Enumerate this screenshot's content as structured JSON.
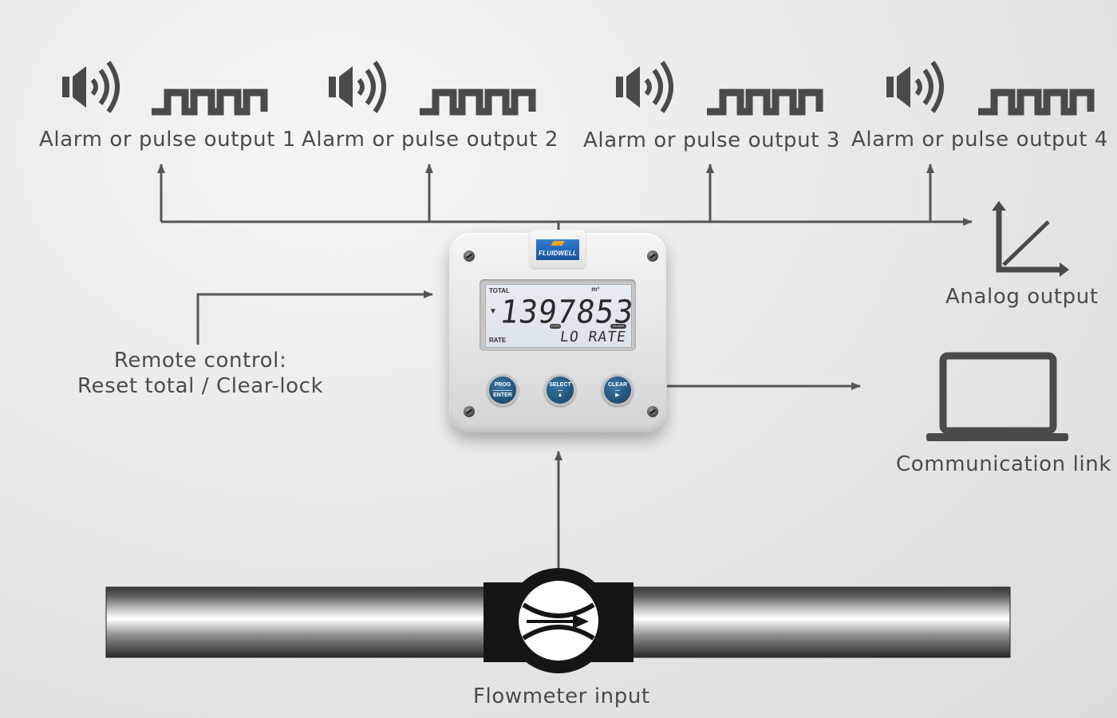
{
  "outputs": [
    {
      "label": "Alarm or pulse output 1"
    },
    {
      "label": "Alarm or pulse output 2"
    },
    {
      "label": "Alarm or pulse output 3"
    },
    {
      "label": "Alarm or pulse output 4"
    }
  ],
  "analog": {
    "label": "Analog output"
  },
  "remote": {
    "line1": "Remote control:",
    "line2": "Reset total / Clear-lock"
  },
  "communication": {
    "label": "Communication link"
  },
  "flowmeter": {
    "label": "Flowmeter input"
  },
  "device": {
    "brand": "FLUIDWELL",
    "lcd": {
      "total_label": "TOTAL",
      "unit": "m³",
      "value": "1397853",
      "rate_label": "RATE",
      "status": "LO RATE",
      "indicator_1": "FLPS",
      "indicator_2": "ALARM"
    },
    "buttons": [
      {
        "top": "PROG",
        "bottom": "ENTER"
      },
      {
        "top": "SELECT",
        "bottom": "▲"
      },
      {
        "top": "CLEAR",
        "bottom": "▶"
      }
    ]
  },
  "colors": {
    "lines": "#555555",
    "icons": "#4a4a4a",
    "button_blue": "#1f4f74",
    "logo_blue": "#1c4f9c",
    "logo_orange": "#f4a21a",
    "background": "#e6e6e6"
  },
  "icons": [
    "speaker-icon",
    "pulse-wave-icon",
    "analog-graph-icon",
    "laptop-icon",
    "flowmeter-icon"
  ]
}
